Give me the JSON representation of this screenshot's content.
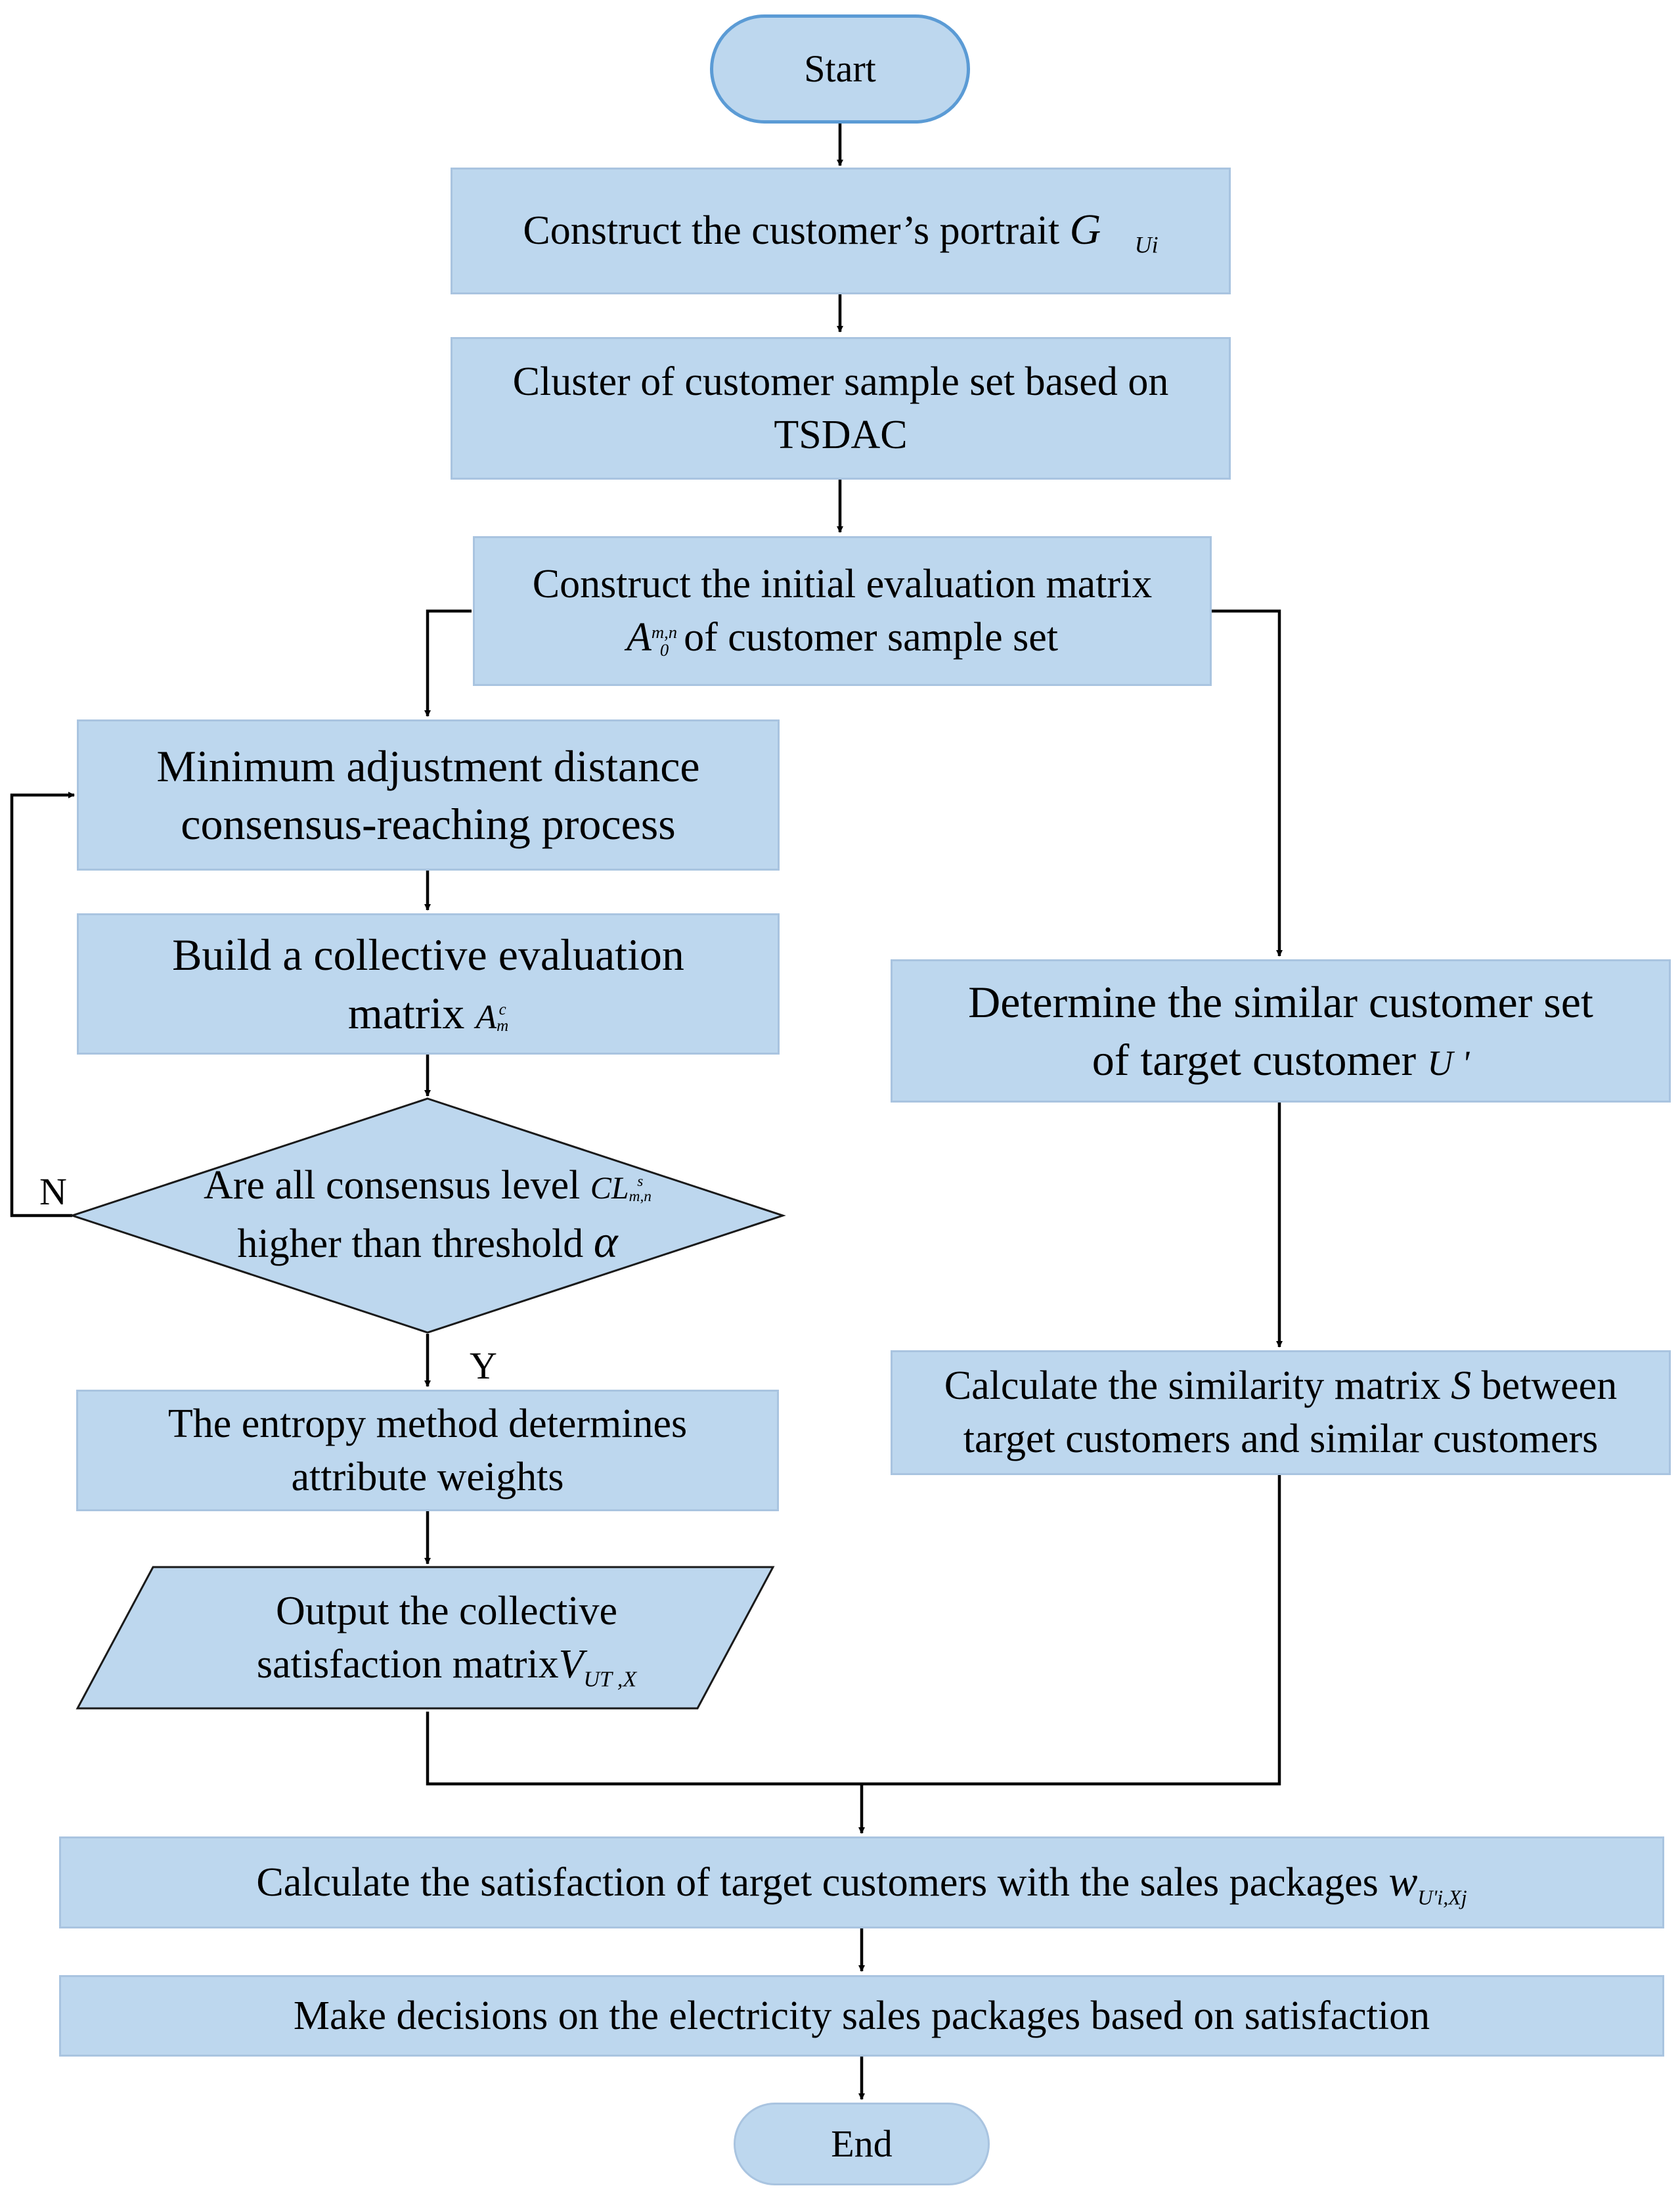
{
  "nodes": {
    "start": "Start",
    "portrait": {
      "text": "Construct the customer’s portrait",
      "math": "G⃗",
      "sub": "Ui"
    },
    "cluster": {
      "line1": "Cluster of customer sample set  based on",
      "line2": "TSDAC"
    },
    "initial_matrix": {
      "line1": "Construct the initial evaluation matrix",
      "math": "A",
      "sup": "m,n",
      "sub": "0",
      "line2": "of  customer sample set"
    },
    "min_adjust": {
      "line1": "Minimum adjustment distance",
      "line2": "consensus-reaching process"
    },
    "collective_matrix": {
      "line1": "Build a collective evaluation",
      "line2": "matrix",
      "math": "A",
      "sup": "c",
      "sub": "m"
    },
    "consensus_check": {
      "line1": "Are all consensus level",
      "math": "CL",
      "sup": "s",
      "sub": "m,n",
      "line2": "higher than threshold",
      "alpha": "α"
    },
    "entropy": {
      "line1": "The entropy method determines",
      "line2": "attribute weights"
    },
    "output_matrix": {
      "line1": "Output the collective",
      "line2": "satisfaction matrix",
      "math": "V",
      "sub": "UT ,X"
    },
    "similar_set": {
      "line1": "Determine the similar customer set",
      "line2": "of target customer",
      "math": "U '"
    },
    "similarity_matrix": {
      "line1a": "Calculate the similarity matrix",
      "math": "S",
      "line1b": "between",
      "line2": "target customers and similar customers"
    },
    "satisfaction": {
      "text": "Calculate the satisfaction of target customers with the sales packages",
      "math": "w",
      "sub": "U'i,Xj"
    },
    "decision": "Make decisions on the electricity sales packages based on satisfaction",
    "end": "End"
  },
  "labels": {
    "no": "N",
    "yes": "Y"
  },
  "colors": {
    "box_fill": "#bdd7ee",
    "box_border": "#a9c4e0",
    "terminal_border": "#5b9bd5",
    "line": "#000000"
  }
}
